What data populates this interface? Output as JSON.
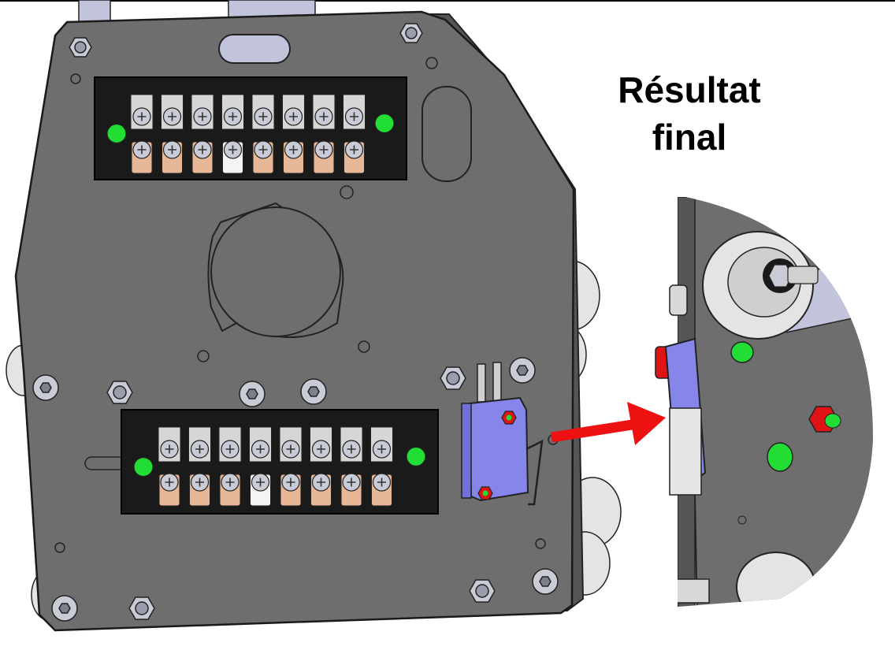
{
  "caption": {
    "line1": "Résultat",
    "line2": "final"
  },
  "colors": {
    "plate": "#6e6e6e",
    "plate_dark": "#555555",
    "terminal_block": "#1a1a1a",
    "screw": "#c9ccd6",
    "copper_lug": "#e6b898",
    "white_lug": "#f4f4f4",
    "switch_body": "#8585ea",
    "green_nut": "#22dd33",
    "red_nut": "#e01414",
    "arrow": "#ee1111",
    "wheel": "#e4e4e4",
    "rod": "#c2c4dc"
  },
  "terminal_blocks": [
    {
      "name": "upper",
      "terminal_count": 8,
      "white_lug_index": 3
    },
    {
      "name": "lower",
      "terminal_count": 8,
      "white_lug_index": 3
    }
  ],
  "icons": {
    "arrow": "arrow-right-icon",
    "switch": "microswitch-icon"
  }
}
